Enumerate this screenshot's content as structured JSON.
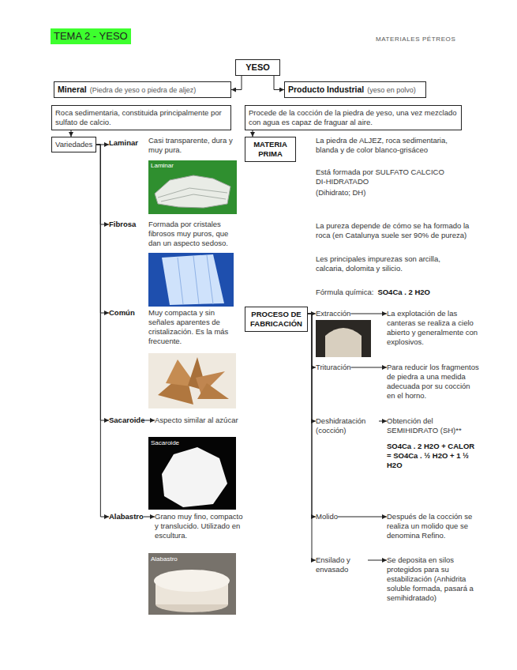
{
  "diagram": {
    "title": "TEMA 2 - YESO",
    "nodes": [
      {
        "text": [
          "YESO"
        ]
      },
      {
        "text": [
          "Mineral",
          "(Piedra de yeso o piedra de aljez)"
        ]
      },
      {
        "text": [
          "Producto Industrial",
          "(yeso en polvo)"
        ]
      },
      {
        "text": [
          "Roca sedimentaria, constituida principalmente por sulfato de calcio."
        ]
      },
      {
        "text": [
          "Procede de la cocción de la piedra de yeso, una vez mezclado con agua es capaz de fraguar al aire."
        ]
      },
      {
        "text": [
          "Variedades"
        ]
      },
      {
        "text": [
          "Laminar"
        ]
      },
      {
        "text": [
          "Fibrosa"
        ]
      },
      {
        "text": [
          "Común"
        ]
      },
      {
        "text": [
          "Sacaroide"
        ]
      },
      {
        "text": [
          "Aspecto similar al azúcar"
        ]
      },
      {
        "text": [
          "Alabastro"
        ]
      },
      {
        "text": [
          "Grano muy fino, compacto y translucido. Utilizado en escultura."
        ]
      },
      {
        "text": [
          "MATERIA PRIMA"
        ]
      },
      {
        "text": [
          "PROCESO DE FABRICACIÓN"
        ]
      },
      {
        "text": [
          "Extracción"
        ]
      },
      {
        "text": [
          "La explotación de las canteras se realiza a cielo abierto y generalmente con explosivos."
        ]
      },
      {
        "text": [
          "Trituración"
        ]
      },
      {
        "text": [
          "Para reducir los fragmentos de piedra a una medida adecuada por su cocción en el horno."
        ]
      },
      {
        "text": [
          "Deshidratación (cocción)"
        ]
      },
      {
        "text": [
          "Obtención del SEMIHIDRATO (SH)**",
          "SO4Ca . 2 H2O + CALOR = SO4Ca . ½ H2O + 1 ½ H2O"
        ]
      },
      {
        "text": [
          "Molido"
        ]
      },
      {
        "text": [
          "Después de la cocción se realiza un molido que se denomina Refino."
        ]
      },
      {
        "text": [
          "Ensilado y envasado"
        ]
      },
      {
        "text": [
          "Se deposita en silos protegidos para su estabilización (Anhidrita soluble formada, pasará a semihidratado)"
        ]
      }
    ],
    "edges": [
      {
        "from": 0,
        "to": 1,
        "arrow": "to"
      },
      {
        "from": 0,
        "to": 2,
        "arrow": "to"
      },
      {
        "from": 3,
        "to": 5,
        "arrow": "to"
      },
      {
        "from": 4,
        "to": 13,
        "arrow": "to"
      },
      {
        "from": 5,
        "to": 6,
        "arrow": "to"
      },
      {
        "from": 5,
        "to": 7,
        "arrow": "to"
      },
      {
        "from": 5,
        "to": 8,
        "arrow": "to"
      },
      {
        "from": 5,
        "to": 9,
        "arrow": "to"
      },
      {
        "from": 5,
        "to": 11,
        "arrow": "to"
      },
      {
        "from": 9,
        "to": 10,
        "arrow": "to"
      },
      {
        "from": 11,
        "to": 12,
        "arrow": "to"
      },
      {
        "from": 14,
        "to": 15,
        "arrow": "to"
      },
      {
        "from": 14,
        "to": 17,
        "arrow": "to"
      },
      {
        "from": 14,
        "to": 19,
        "arrow": "to"
      },
      {
        "from": 14,
        "to": 21,
        "arrow": "to"
      },
      {
        "from": 14,
        "to": 23,
        "arrow": "to"
      },
      {
        "from": 15,
        "to": 16,
        "arrow": "to"
      },
      {
        "from": 17,
        "to": 18,
        "arrow": "to"
      },
      {
        "from": 19,
        "to": 20,
        "arrow": "to"
      },
      {
        "from": 21,
        "to": 22,
        "arrow": "to"
      },
      {
        "from": 23,
        "to": 24,
        "arrow": "to"
      }
    ],
    "labels": [
      "MATERIALES PÉTREOS",
      "Casi transparente, dura y muy pura.",
      "Laminar",
      "Formada por cristales fibrosos muy puros, que dan un aspecto sedoso.",
      "Muy compacta y sin señales aparentes de cristalización. Es la más frecuente.",
      "Sacaroide",
      "Alabastro",
      "La piedra de ALJEZ, roca sedimentaria, blanda y de color blanco-grisáceo",
      "Está formada por SULFATO CALCICO DI-HIDRATADO",
      "(Dihidrato; DH)",
      "La pureza depende de cómo se ha formado la roca (en Catalunya suele ser 90% de pureza)",
      "Les principales impurezas son arcilla, calcaria, dolomita y silicio.",
      "Fórmula química:",
      "SO4Ca . 2 H2O"
    ]
  }
}
